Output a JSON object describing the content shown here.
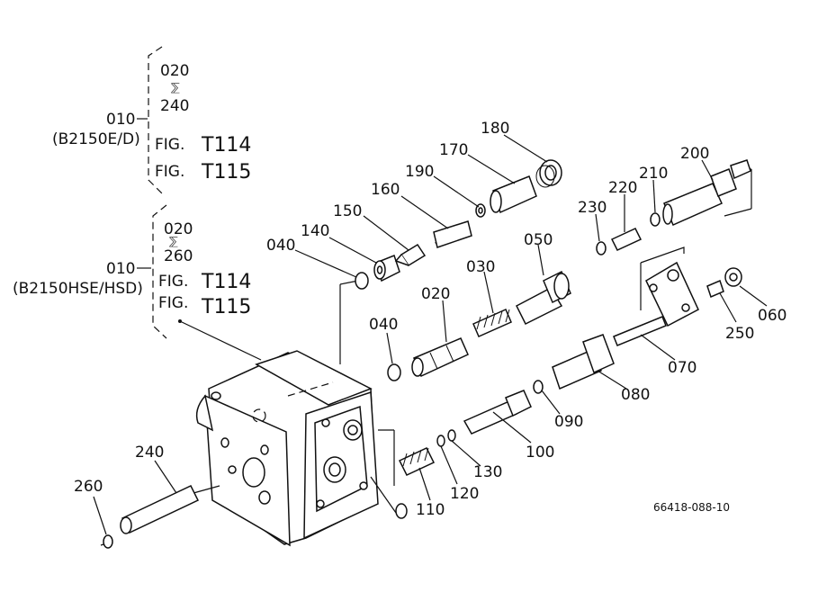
{
  "groups": [
    {
      "range_top": "020",
      "range_sym": "⅀",
      "range_bottom": "240",
      "parent": "010",
      "variant": "(B2150E/D)",
      "fig1_prefix": "FIG.",
      "fig1_num": "T114",
      "fig2_prefix": "FIG.",
      "fig2_num": "T115"
    },
    {
      "range_top": "020",
      "range_sym": "⅀",
      "range_bottom": "260",
      "parent": "010",
      "variant": "(B2150HSE/HSD)",
      "fig1_prefix": "FIG.",
      "fig1_num": "T114",
      "fig2_prefix": "FIG.",
      "fig2_num": "T115"
    }
  ],
  "part_labels": {
    "p180": "180",
    "p170": "170",
    "p190": "190",
    "p160": "160",
    "p150": "150",
    "p140": "140",
    "p040a": "040",
    "p040b": "040",
    "p050": "050",
    "p030": "030",
    "p020": "020",
    "p200": "200",
    "p210": "210",
    "p220": "220",
    "p230": "230",
    "p250": "250",
    "p060": "060",
    "p070": "070",
    "p080": "080",
    "p090": "090",
    "p100": "100",
    "p130": "130",
    "p120": "120",
    "p110": "110",
    "p240": "240",
    "p260": "260"
  },
  "drawing_code": "66418-088-10"
}
